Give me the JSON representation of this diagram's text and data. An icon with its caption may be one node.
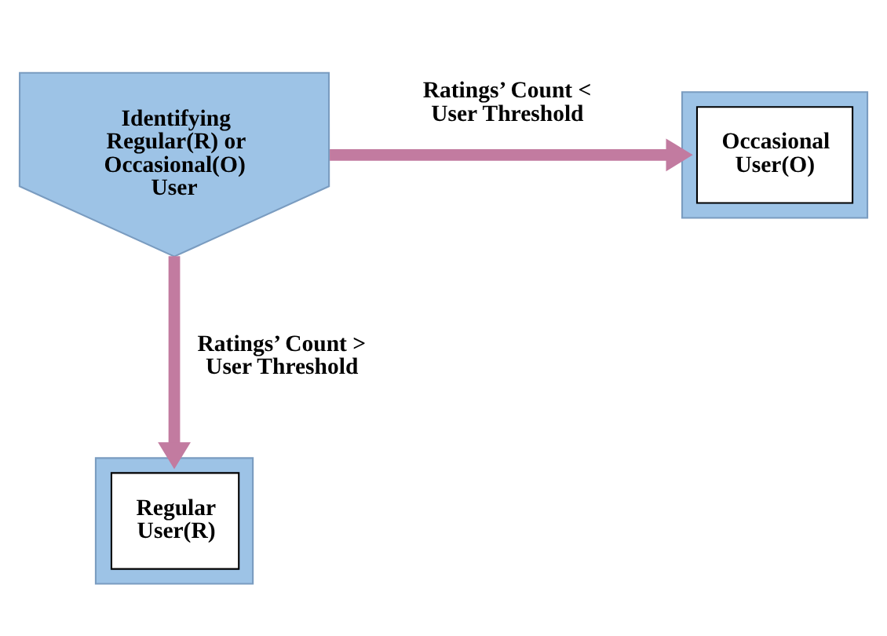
{
  "diagram": {
    "nodes": [
      {
        "text": [
          "Identifying Regular(R) or Occasional(O) User"
        ]
      },
      {
        "text": [
          "Occasional User(O)"
        ]
      },
      {
        "text": [
          "Regular User(R)"
        ]
      }
    ],
    "edges": [
      {
        "from": 0,
        "to": 1,
        "arrow": "to",
        "label": "Ratings’ Count < User Threshold"
      },
      {
        "from": 0,
        "to": 2,
        "arrow": "to",
        "label": "Ratings’ Count > User Threshold"
      }
    ]
  }
}
